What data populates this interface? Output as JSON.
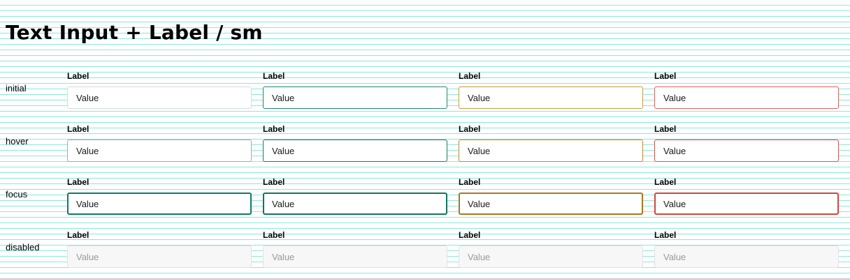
{
  "page": {
    "title": "Text Input + Label / sm"
  },
  "states": [
    "initial",
    "hover",
    "focus",
    "disabled"
  ],
  "variants": [
    "default",
    "success",
    "warning",
    "error"
  ],
  "field": {
    "label": "Label",
    "value": "Value"
  },
  "colors": {
    "grid_line": "#8be8dc",
    "default_border": "#dadada",
    "success_border": "#1f8a74",
    "warning_border": "#d19a3c",
    "error_border": "#e2625a",
    "disabled_background": "#f7f7f7"
  }
}
